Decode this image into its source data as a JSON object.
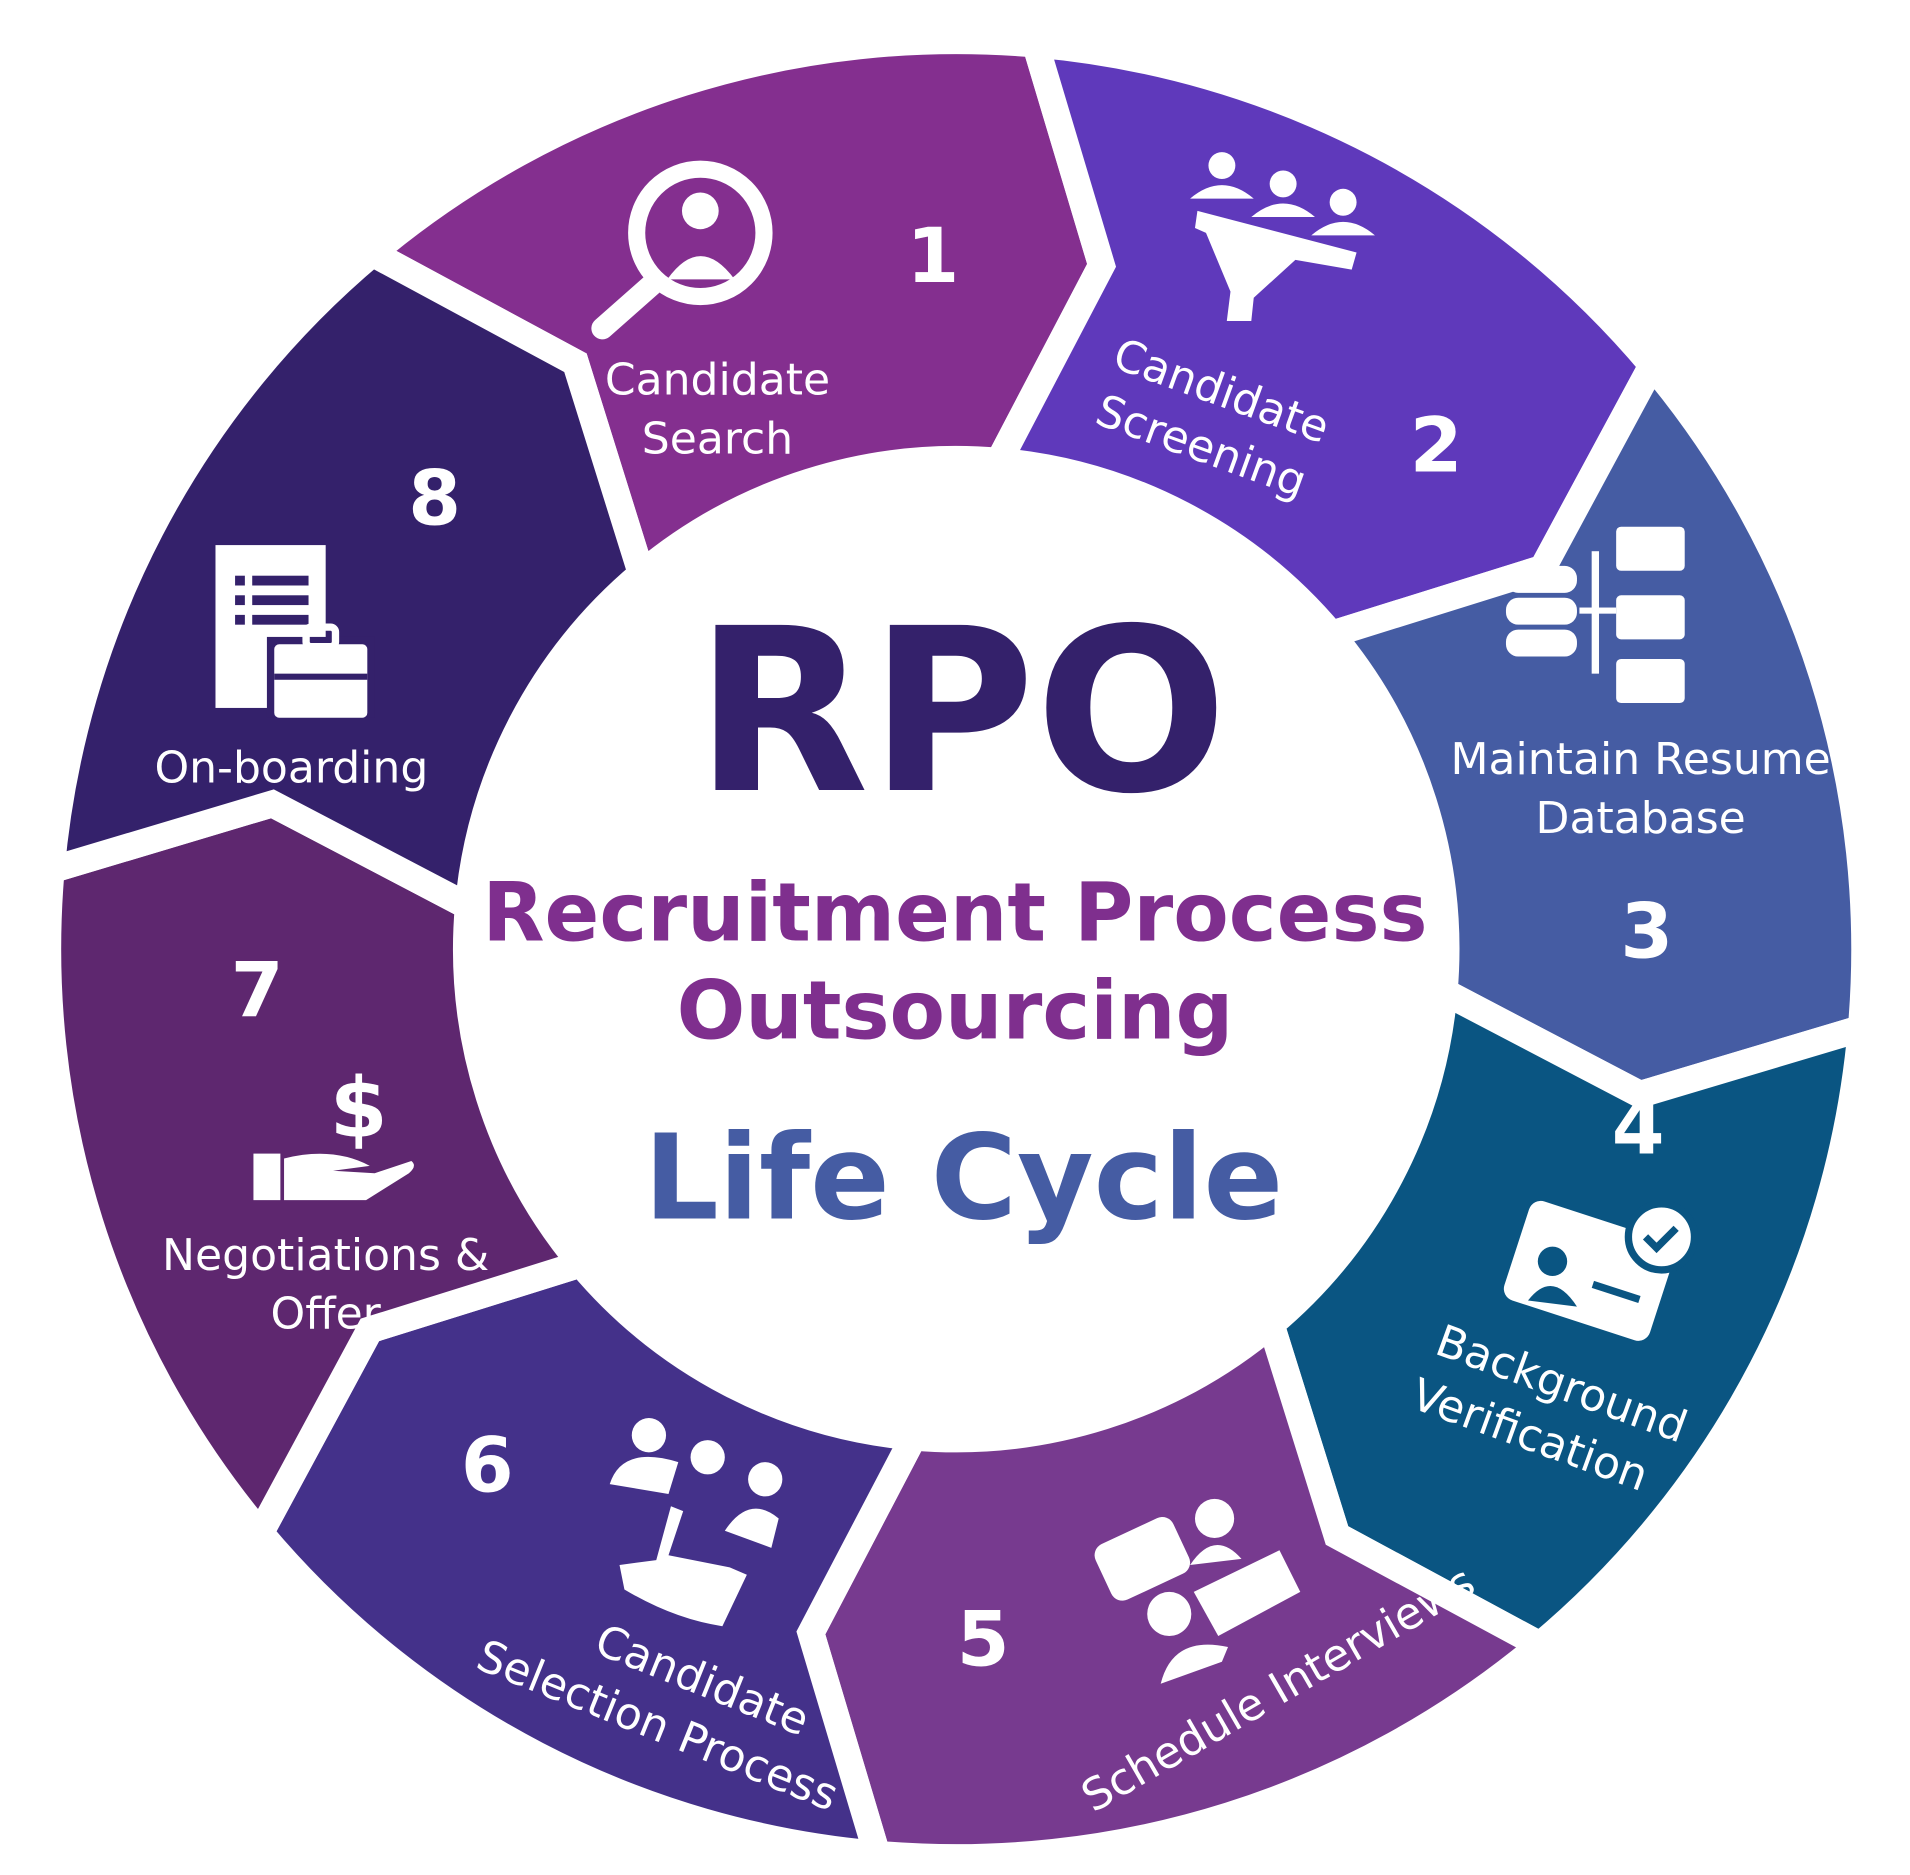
{
  "center": {
    "acronym": "RPO",
    "line1": "Recruitment Process",
    "line2": "Outsourcing",
    "line3": "Life Cycle",
    "colors": {
      "acronym": "#34216b",
      "subtitle": "#7f2f8e",
      "life_cycle": "#455ca3"
    }
  },
  "steps": [
    {
      "number": "1",
      "lines": [
        "Candidate",
        "Search"
      ],
      "icon": "magnifier-person-icon",
      "color": "#842f8f"
    },
    {
      "number": "2",
      "lines": [
        "Candidate",
        "Screening"
      ],
      "icon": "funnel-people-icon",
      "color": "#5f39bb"
    },
    {
      "number": "3",
      "lines": [
        "Maintain Resume",
        "Database"
      ],
      "icon": "database-folders-icon",
      "color": "#455ca3"
    },
    {
      "number": "4",
      "lines": [
        "Background",
        "Verification"
      ],
      "icon": "id-card-check-icon",
      "color": "#0a5582"
    },
    {
      "number": "5",
      "lines": [
        "Schedule Interviews"
      ],
      "icon": "interview-chat-icon",
      "color": "#773a8f"
    },
    {
      "number": "6",
      "lines": [
        "Candidate",
        "Selection Process"
      ],
      "icon": "hand-select-people-icon",
      "color": "#44318a"
    },
    {
      "number": "7",
      "lines": [
        "Negotiations &",
        "Offer"
      ],
      "icon": "hand-dollar-icon",
      "color": "#5e276f"
    },
    {
      "number": "8",
      "lines": [
        "On-boarding"
      ],
      "icon": "document-briefcase-icon",
      "color": "#34216b"
    }
  ]
}
